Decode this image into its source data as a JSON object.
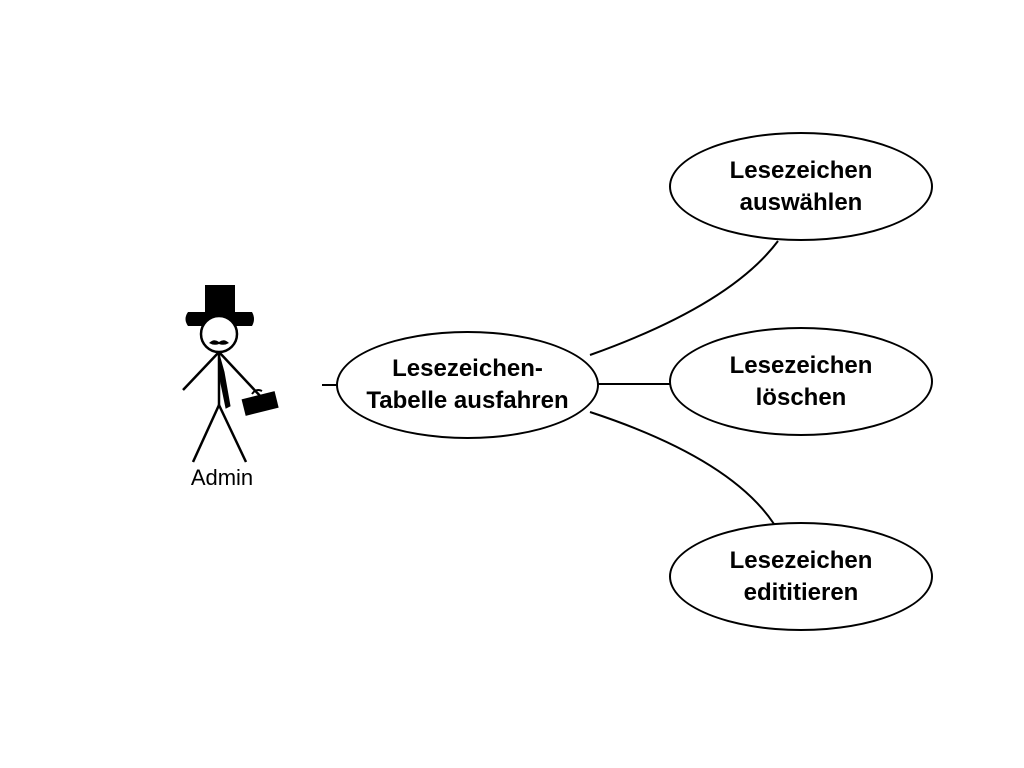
{
  "actor": {
    "label": "Admin",
    "icon": "stick-figure-with-hat-and-briefcase"
  },
  "main_use_case": {
    "label": "Lesezeichen-\nTabelle ausfahren"
  },
  "sub_use_cases": [
    {
      "label": "Lesezeichen\nauswählen"
    },
    {
      "label": "Lesezeichen\nlöschen"
    },
    {
      "label": "Lesezeichen\nedititieren"
    }
  ],
  "colors": {
    "stroke": "#000000",
    "background": "#ffffff"
  }
}
